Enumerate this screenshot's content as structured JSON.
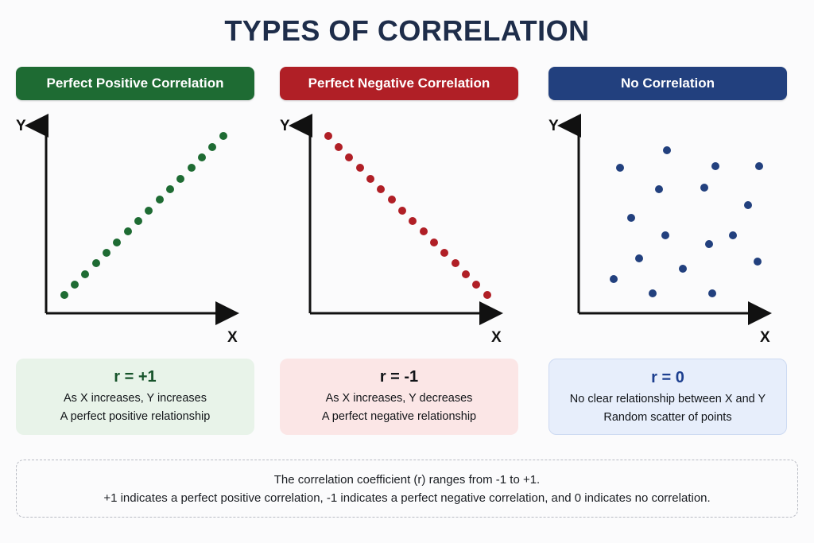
{
  "title": "TYPES OF CORRELATION",
  "colors": {
    "positive": "#1e6b33",
    "negative": "#b01f26",
    "none": "#22407e",
    "title": "#1e2d4a",
    "background": "#fbfbfc"
  },
  "columns": [
    {
      "banner_label": "Perfect Positive Correlation",
      "banner_color": "#1e6b33",
      "axis_y_label": "Y",
      "axis_x_label": "X",
      "r_value": "r = +1",
      "r_color": "#16532a",
      "line1": "As X increases, Y increases",
      "line2": "A perfect positive relationship",
      "card_style": "card-green"
    },
    {
      "banner_label": "Perfect Negative Correlation",
      "banner_color": "#b01f26",
      "axis_y_label": "Y",
      "axis_x_label": "X",
      "r_value": "r = -1",
      "r_color": "#111418",
      "line1": "As X increases, Y decreases",
      "line2": "A perfect negative relationship",
      "card_style": "card-red"
    },
    {
      "banner_label": "No Correlation",
      "banner_color": "#22407e",
      "axis_y_label": "Y",
      "axis_x_label": "X",
      "r_value": "r = 0",
      "r_color": "#1d3f8f",
      "line1": "No clear relationship between X and Y",
      "line2": "Random scatter of points",
      "card_style": "card-blue"
    }
  ],
  "footer": {
    "line1": "The correlation coefficient (r) ranges from -1 to +1.",
    "line2": "+1 indicates a perfect positive correlation, -1 indicates a perfect negative correlation, and 0 indicates no correlation."
  },
  "chart_data": [
    {
      "type": "scatter",
      "title": "Perfect Positive Correlation",
      "xlabel": "X",
      "ylabel": "Y",
      "color": "#1e6b33",
      "xlim": [
        0,
        100
      ],
      "ylim": [
        0,
        100
      ],
      "grid": false,
      "annotation": "r = +1",
      "points": [
        {
          "x": 8,
          "y": 8
        },
        {
          "x": 14,
          "y": 14
        },
        {
          "x": 20,
          "y": 20
        },
        {
          "x": 26,
          "y": 26
        },
        {
          "x": 32,
          "y": 32
        },
        {
          "x": 38,
          "y": 38
        },
        {
          "x": 44,
          "y": 44
        },
        {
          "x": 50,
          "y": 50
        },
        {
          "x": 56,
          "y": 56
        },
        {
          "x": 62,
          "y": 62
        },
        {
          "x": 68,
          "y": 68
        },
        {
          "x": 74,
          "y": 74
        },
        {
          "x": 80,
          "y": 80
        },
        {
          "x": 86,
          "y": 86
        },
        {
          "x": 92,
          "y": 92
        },
        {
          "x": 98,
          "y": 98
        }
      ]
    },
    {
      "type": "scatter",
      "title": "Perfect Negative Correlation",
      "xlabel": "X",
      "ylabel": "Y",
      "color": "#b01f26",
      "xlim": [
        0,
        100
      ],
      "ylim": [
        0,
        100
      ],
      "grid": false,
      "annotation": "r = -1",
      "points": [
        {
          "x": 8,
          "y": 98
        },
        {
          "x": 14,
          "y": 92
        },
        {
          "x": 20,
          "y": 86
        },
        {
          "x": 26,
          "y": 80
        },
        {
          "x": 32,
          "y": 74
        },
        {
          "x": 38,
          "y": 68
        },
        {
          "x": 44,
          "y": 62
        },
        {
          "x": 50,
          "y": 56
        },
        {
          "x": 56,
          "y": 50
        },
        {
          "x": 62,
          "y": 44
        },
        {
          "x": 68,
          "y": 38
        },
        {
          "x": 74,
          "y": 32
        },
        {
          "x": 80,
          "y": 26
        },
        {
          "x": 86,
          "y": 20
        },
        {
          "x": 92,
          "y": 14
        },
        {
          "x": 98,
          "y": 8
        }
      ]
    },
    {
      "type": "scatter",
      "title": "No Correlation",
      "xlabel": "X",
      "ylabel": "Y",
      "color": "#22407e",
      "xlim": [
        0,
        100
      ],
      "ylim": [
        0,
        100
      ],
      "grid": false,
      "annotation": "r = 0",
      "points": [
        {
          "x": 24,
          "y": 80
        },
        {
          "x": 54,
          "y": 90
        },
        {
          "x": 49,
          "y": 68
        },
        {
          "x": 31,
          "y": 52
        },
        {
          "x": 53,
          "y": 42
        },
        {
          "x": 36,
          "y": 29
        },
        {
          "x": 64,
          "y": 23
        },
        {
          "x": 20,
          "y": 17
        },
        {
          "x": 45,
          "y": 9
        },
        {
          "x": 85,
          "y": 81
        },
        {
          "x": 113,
          "y": 81
        },
        {
          "x": 78,
          "y": 69
        },
        {
          "x": 106,
          "y": 59
        },
        {
          "x": 96,
          "y": 42
        },
        {
          "x": 81,
          "y": 37
        },
        {
          "x": 112,
          "y": 27
        },
        {
          "x": 83,
          "y": 9
        }
      ]
    }
  ]
}
